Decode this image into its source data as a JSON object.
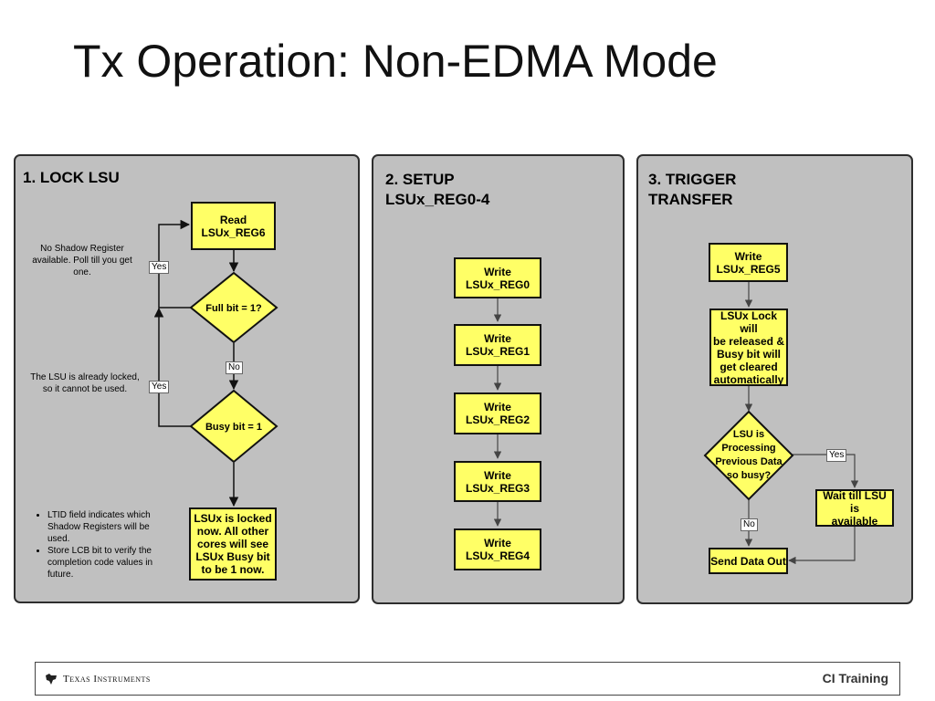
{
  "slide": {
    "title": "Tx Operation: Non-EDMA Mode"
  },
  "panel1": {
    "title": "1. LOCK LSU",
    "read_box": [
      "Read",
      "LSUx_REG6"
    ],
    "full_diamond": "Full bit = 1?",
    "busy_diamond": "Busy bit = 1",
    "locked_box": [
      "LSUx is locked",
      "now. All other",
      "cores will see",
      "LSUx Busy bit",
      "to be 1 now."
    ],
    "note_shadow": "No Shadow Register available. Poll till you get one.",
    "note_locked": "The LSU is already locked, so it cannot be used.",
    "label_yes_1": "Yes",
    "label_yes_2": "Yes",
    "label_no": "No",
    "bullets": [
      "LTID field indicates which Shadow Registers will be used.",
      "Store LCB bit to verify the completion code values in future."
    ]
  },
  "panel2": {
    "title": [
      "2. SETUP",
      "LSUx_REG0-4"
    ],
    "boxes": [
      [
        "Write",
        "LSUx_REG0"
      ],
      [
        "Write",
        "LSUx_REG1"
      ],
      [
        "Write",
        "LSUx_REG2"
      ],
      [
        "Write",
        "LSUx_REG3"
      ],
      [
        "Write",
        "LSUx_REG4"
      ]
    ]
  },
  "panel3": {
    "title": [
      "3. TRIGGER",
      "TRANSFER"
    ],
    "write_box": [
      "Write",
      "LSUx_REG5"
    ],
    "release_box": [
      "LSUx Lock will",
      "be released &",
      "Busy bit will",
      "get cleared",
      "automatically"
    ],
    "diamond": [
      "LSU is",
      "Processing",
      "Previous Data",
      "so busy?"
    ],
    "wait_box": [
      "Wait till LSU is",
      "available"
    ],
    "send_box": "Send Data Out",
    "label_yes": "Yes",
    "label_no": "No"
  },
  "footer": {
    "logo_text": "Texas Instruments",
    "right_text": "CI Training"
  },
  "colors": {
    "box_fill": "#ffff66",
    "panel_fill": "#c0c0c0"
  }
}
